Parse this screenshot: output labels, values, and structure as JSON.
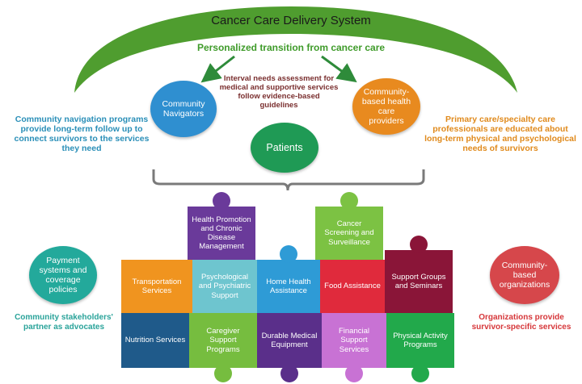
{
  "title": "Cancer Care Delivery System",
  "transition_label": "Personalized transition from cancer care",
  "interval_note": "Interval needs assessment for medical and supportive services follow evidence-based guidelines",
  "left_note": "Community navigation programs provide long-term follow up to connect survivors to the services they need",
  "right_note": "Primary care/specialty care professionals are educated about long-term physical and psychological needs of survivors",
  "circles": {
    "navigators": "Community Navigators",
    "providers": "Community-based health care providers",
    "patients": "Patients",
    "payment": "Payment systems and coverage policies",
    "organizations": "Community-based organizations"
  },
  "bottom_left_note": "Community stakeholders' partner as advocates",
  "bottom_right_note": "Organizations provide survivor-specific services",
  "pieces": {
    "health_promotion": "Health Promotion and Chronic Disease Management",
    "cancer_screening": "Cancer Screening and Surveillance",
    "transportation": "Transportation Services",
    "psychological": "Psychological and Psychiatric Support",
    "home_health": "Home Health Assistance",
    "food": "Food Assistance",
    "support_groups": "Support Groups and Seminars",
    "nutrition": "Nutrition Services",
    "caregiver": "Caregiver Support Programs",
    "dme": "Durable Medical Equipment",
    "financial": "Financial Support Services",
    "physical": "Physical Activity Programs"
  },
  "colors": {
    "arc": "#4a9a2e",
    "title_text": "#1a1a1a",
    "transition_text": "#3f9b2a",
    "interval_text": "#7a2f2f",
    "left_note_text": "#2a8fb8",
    "right_note_text": "#e08a1c",
    "bottom_left_text": "#2aa39a",
    "bottom_right_text": "#d6373a",
    "navigators": "#2f8fd0",
    "providers": "#e88a1f",
    "patients": "#1f9a55",
    "payment": "#23a99b",
    "organizations": "#d6474b",
    "health_promotion": "#6a3a9a",
    "cancer_screening": "#7cc243",
    "transportation": "#f0941f",
    "psychological": "#6ec5cf",
    "home_health": "#2e9bd6",
    "food": "#e02a3c",
    "support_groups": "#8a1538",
    "nutrition": "#1f5a8a",
    "caregiver": "#76bd3f",
    "dme": "#5a2f8a",
    "financial": "#c872d4",
    "physical": "#22a94b"
  }
}
